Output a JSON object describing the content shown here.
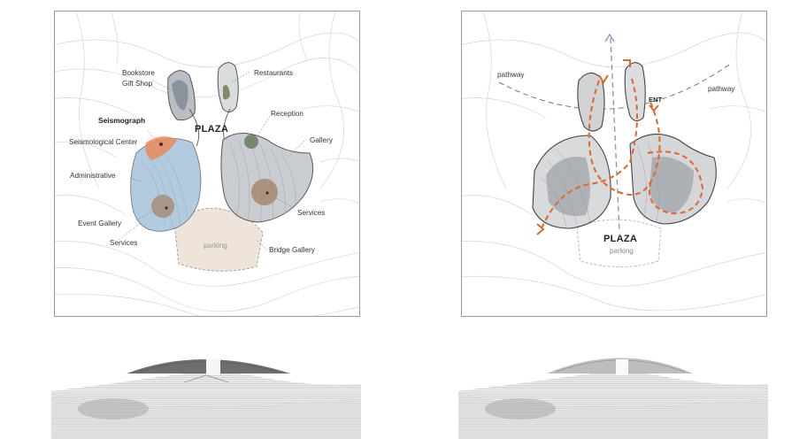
{
  "left_plan": {
    "labels": {
      "bookstore": "Bookstore",
      "gift_shop": "Gift Shop",
      "restaurants": "Restaurants",
      "seismograph": "Seismograph",
      "reception": "Reception",
      "seismological_center": "Seismological Center",
      "plaza": "PLAZA",
      "gallery": "Gallery",
      "administrative": "Administrative",
      "event_gallery": "Event Gallery",
      "services_left": "Services",
      "services_right": "Services",
      "parking": "parking",
      "bridge_gallery": "Bridge Gallery"
    },
    "colors": {
      "blue_zone": "#a9c7de",
      "orange_zone": "#ec8a5c",
      "tan_circle": "#a98c74",
      "green_circle": "#6c7f63",
      "parking_fill": "#eee4d9"
    }
  },
  "right_plan": {
    "labels": {
      "pathway_left": "pathway",
      "pathway_right": "pathway",
      "ent": "ENT",
      "plaza": "PLAZA",
      "parking": "parking"
    },
    "colors": {
      "circulation": "#e0672a",
      "axis": "#7e97b8",
      "pathway": "#888888"
    }
  }
}
